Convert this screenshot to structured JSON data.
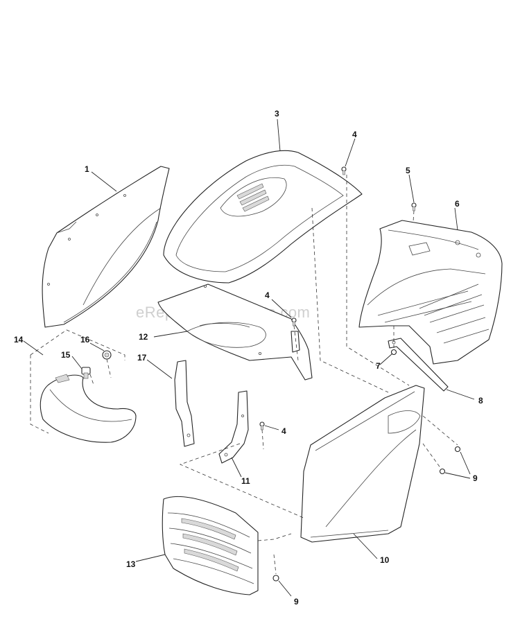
{
  "watermark": "eReplacementParts.com",
  "parts": [
    {
      "id": "part-1",
      "number": "1"
    },
    {
      "id": "part-3",
      "number": "3"
    },
    {
      "id": "part-4a",
      "number": "4"
    },
    {
      "id": "part-4b",
      "number": "4"
    },
    {
      "id": "part-4c",
      "number": "4"
    },
    {
      "id": "part-5",
      "number": "5"
    },
    {
      "id": "part-6",
      "number": "6"
    },
    {
      "id": "part-7",
      "number": "7"
    },
    {
      "id": "part-8",
      "number": "8"
    },
    {
      "id": "part-9a",
      "number": "9"
    },
    {
      "id": "part-9b",
      "number": "9"
    },
    {
      "id": "part-10",
      "number": "10"
    },
    {
      "id": "part-11",
      "number": "11"
    },
    {
      "id": "part-12",
      "number": "12"
    },
    {
      "id": "part-13",
      "number": "13"
    },
    {
      "id": "part-14",
      "number": "14"
    },
    {
      "id": "part-15",
      "number": "15"
    },
    {
      "id": "part-16",
      "number": "16"
    },
    {
      "id": "part-17",
      "number": "17"
    }
  ]
}
